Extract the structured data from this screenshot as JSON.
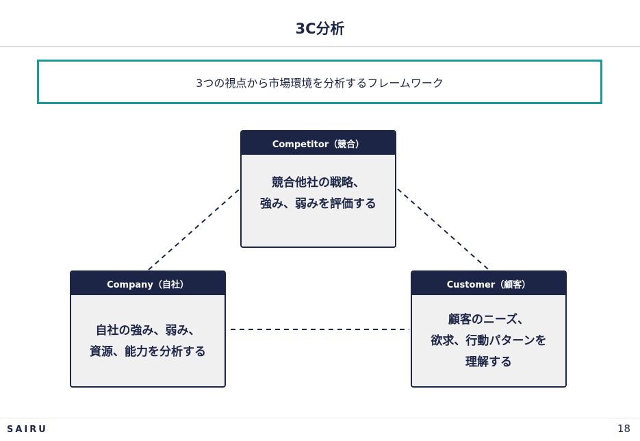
{
  "slide": {
    "title": "3C分析",
    "subtitle": "3つの視点から市場環境を分析するフレームワーク",
    "page_number": "18",
    "logo": "SAIRU"
  },
  "cards": {
    "competitor": {
      "header": "Competitor（競合）",
      "lines": [
        "競合他社の戦略、",
        "強み、弱みを評価する"
      ]
    },
    "company": {
      "header": "Company（自社）",
      "lines": [
        "自社の強み、弱み、",
        "資源、能力を分析する"
      ]
    },
    "customer": {
      "header": "Customer（顧客）",
      "lines": [
        "顧客のニーズ、",
        "欲求、行動パターンを",
        "理解する"
      ]
    }
  },
  "colors": {
    "navy": "#1c2545",
    "teal": "#199a9a",
    "card_bg": "#f0f0f0"
  }
}
